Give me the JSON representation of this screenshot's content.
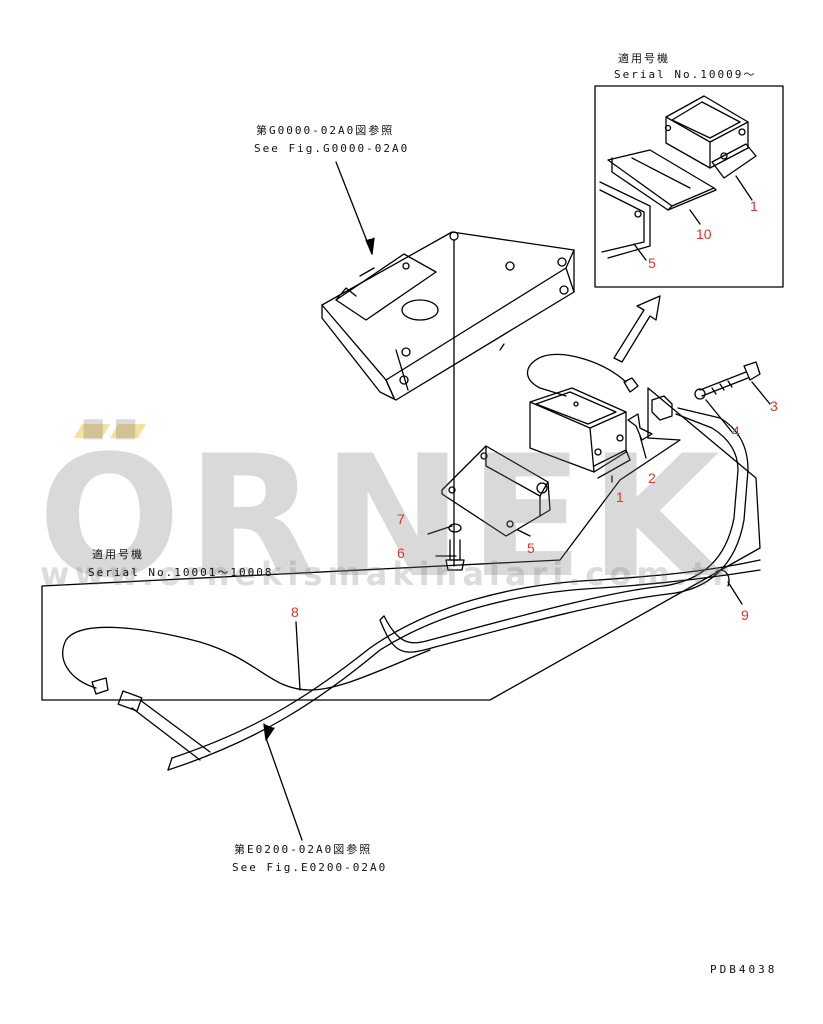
{
  "references": {
    "top_jp": "第G0000-02A0図参照",
    "top_en": "See Fig.G0000-02A0",
    "bottom_jp": "第E0200-02A0図参照",
    "bottom_en": "See Fig.E0200-02A0"
  },
  "inset_upper": {
    "label_jp": "適用号機",
    "serial": "Serial No.10009～"
  },
  "inset_lower": {
    "label_jp": "適用号機",
    "serial": "Serial No.10001～10008"
  },
  "part_numbers": [
    "1",
    "2",
    "3",
    "4",
    "5",
    "6",
    "7",
    "8",
    "9",
    "10"
  ],
  "watermark": {
    "brand": "ÖRNEK",
    "url": "www.ornekismakinalari.com.tr"
  },
  "drawing_code": "PDB4038",
  "colors": {
    "line": "#000000",
    "callout": "#d23a2a",
    "watermark": "#9a9a9a",
    "watermark_accent": "#ebc850"
  }
}
